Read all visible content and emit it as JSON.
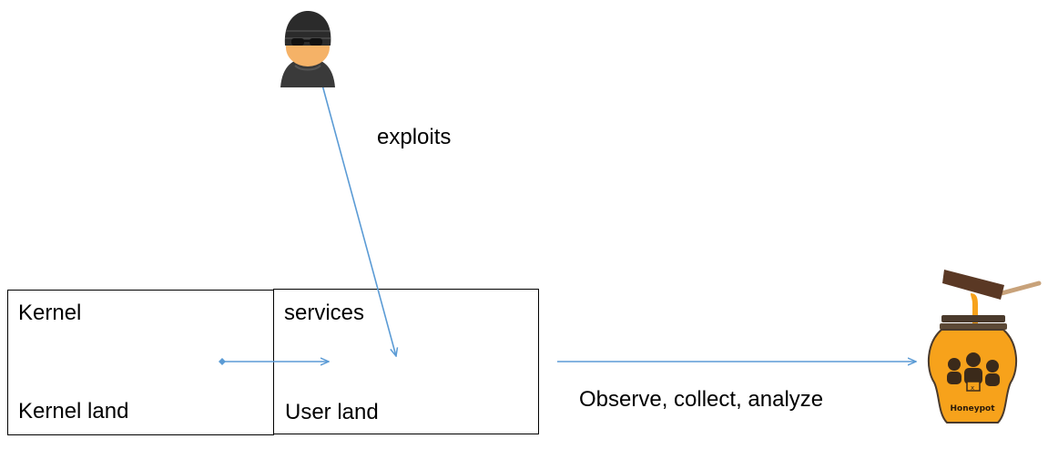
{
  "labels": {
    "kernel": "Kernel",
    "kernel_land": "Kernel land",
    "services": "services",
    "user_land": "User land",
    "exploits": "exploits",
    "observe": "Observe, collect, analyze",
    "honeypot": "Honeypot"
  },
  "icons": {
    "attacker": "hacker-icon",
    "honeypot": "honeypot-jar-icon"
  },
  "colors": {
    "arrow": "#5b9bd5",
    "honey": "#f7a21b",
    "box_border": "#000000"
  }
}
